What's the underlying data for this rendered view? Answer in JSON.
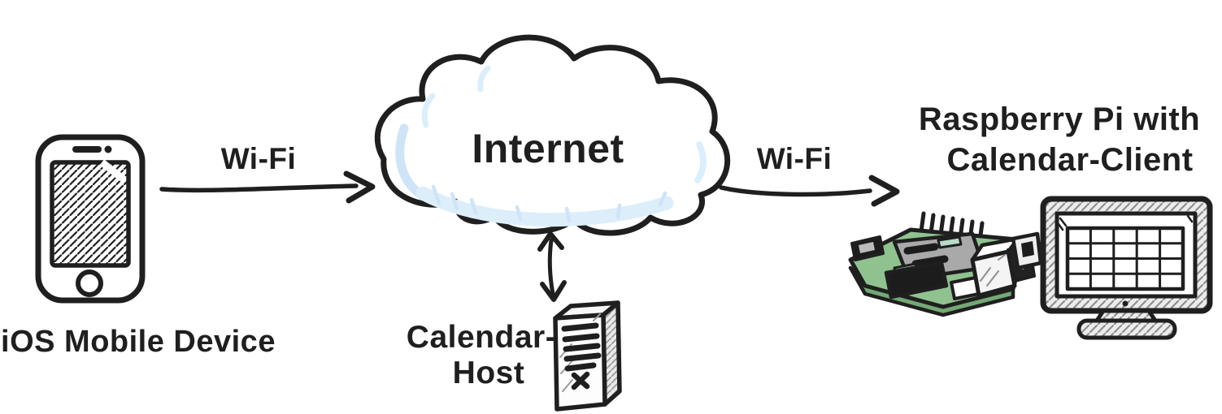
{
  "meta": {
    "background": "#ffffff",
    "ink": "#1f1f1f",
    "cloud_fill": "#ffffff",
    "cloud_accent": "#cfe4f6",
    "cloud_accent_light": "#ddeefb",
    "board_green": "#90c290",
    "board_green_dark": "#74a874",
    "chip_gray": "#a9a9a9",
    "pad_mint": "#b7dcc9",
    "style": "hand-drawn sketch"
  },
  "nodes": {
    "mobile": {
      "label": "iOS Mobile Device",
      "icon": "smartphone-icon"
    },
    "internet": {
      "label": "Internet",
      "icon": "cloud-icon"
    },
    "host": {
      "label_line1": "Calendar-",
      "label_line2": "Host",
      "icon": "server-icon"
    },
    "client": {
      "label_line1": "Raspberry Pi with",
      "label_line2": "Calendar-Client",
      "icon_board": "raspberry-pi-board-icon",
      "icon_monitor": "monitor-calendar-icon"
    }
  },
  "edges": {
    "mobile_to_internet": {
      "label": "Wi-Fi",
      "direction": "one-way-right"
    },
    "internet_to_client": {
      "label": "Wi-Fi",
      "direction": "one-way-right"
    },
    "internet_to_host": {
      "label": "",
      "direction": "two-way-vertical"
    }
  }
}
